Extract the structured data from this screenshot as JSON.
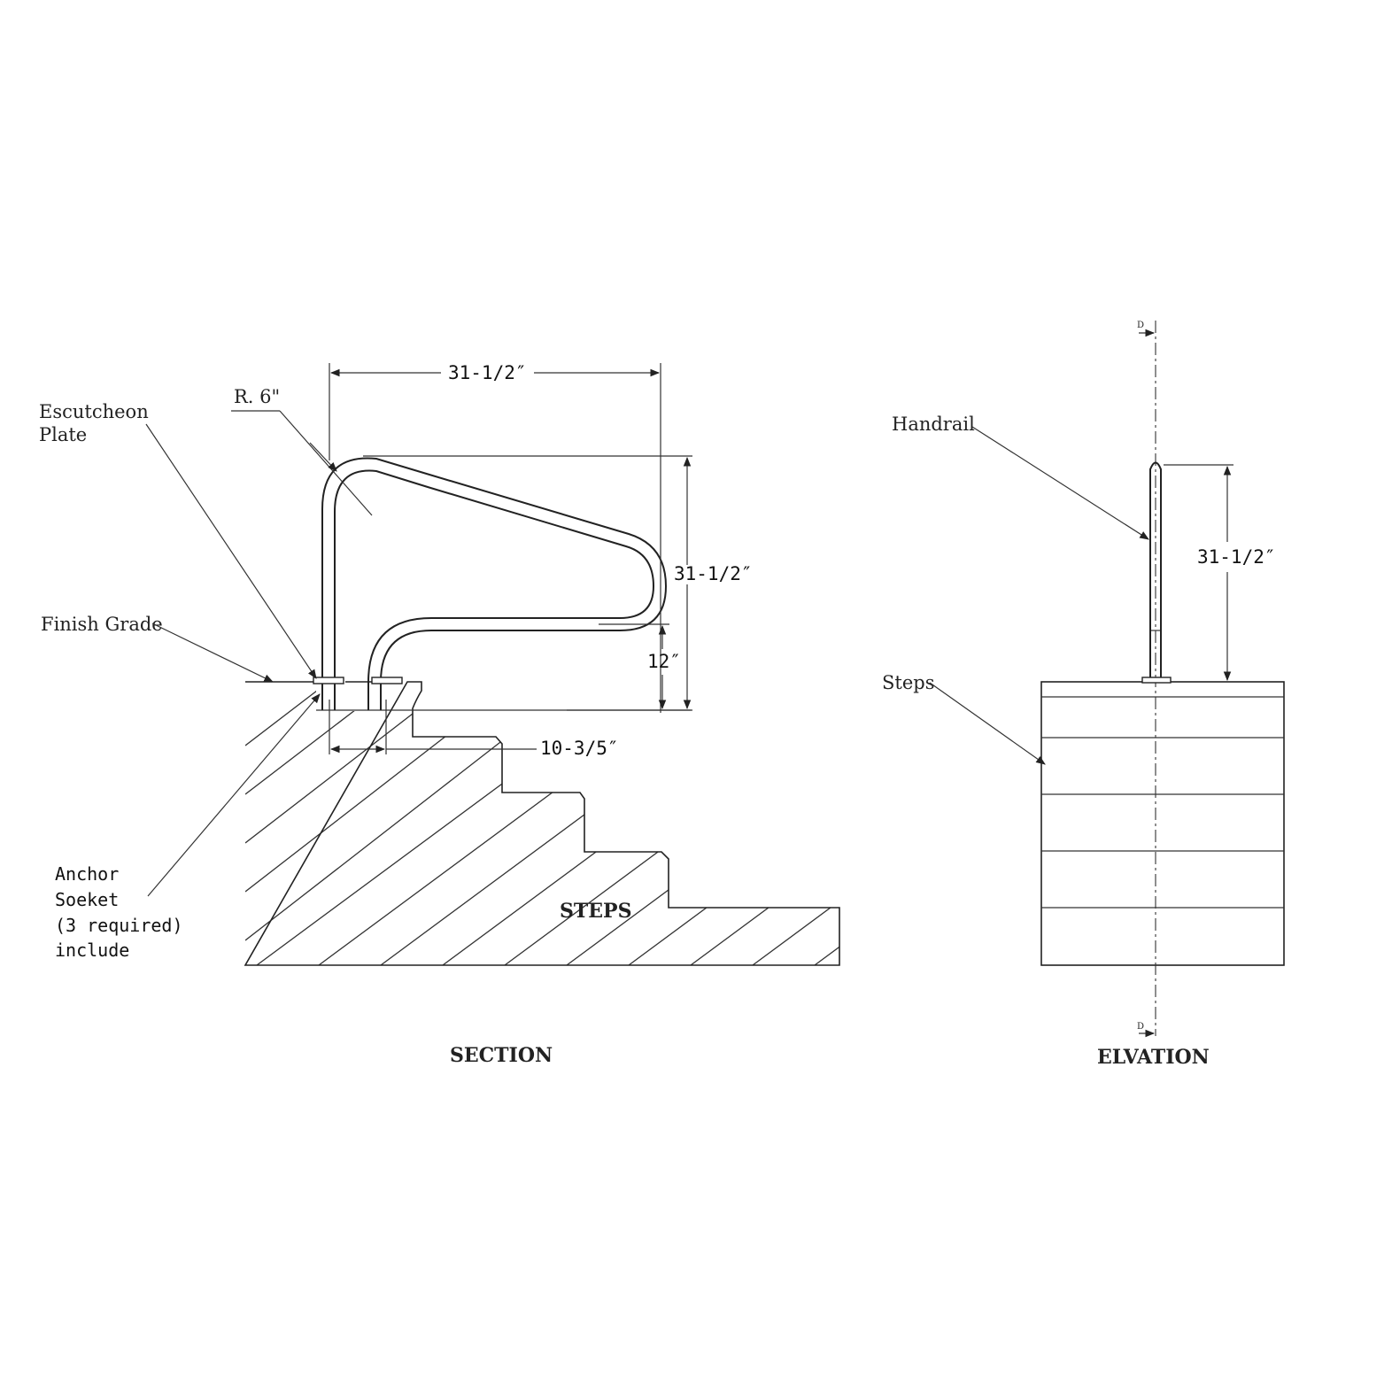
{
  "section": {
    "title": "SECTION",
    "steps_label": "STEPS",
    "labels": {
      "escutcheon_line1": "Escutcheon",
      "escutcheon_line2": "Plate",
      "radius": "R. 6\"",
      "finish_grade": "Finish Grade",
      "anchor_line1": "Anchor",
      "anchor_line2": "Soeket",
      "anchor_line3": "(3 required)",
      "anchor_line4": "include"
    },
    "dimensions": {
      "width": "31-1/2″",
      "height": "31-1/2″",
      "lower": "12″",
      "spacing": "10-3/5″"
    }
  },
  "elevation": {
    "title": "ELVATION",
    "labels": {
      "handrail": "Handrail",
      "steps": "Steps"
    },
    "dimensions": {
      "height": "31-1/2″"
    },
    "centerline_marks": {
      "top": "D",
      "bottom": "D"
    }
  }
}
